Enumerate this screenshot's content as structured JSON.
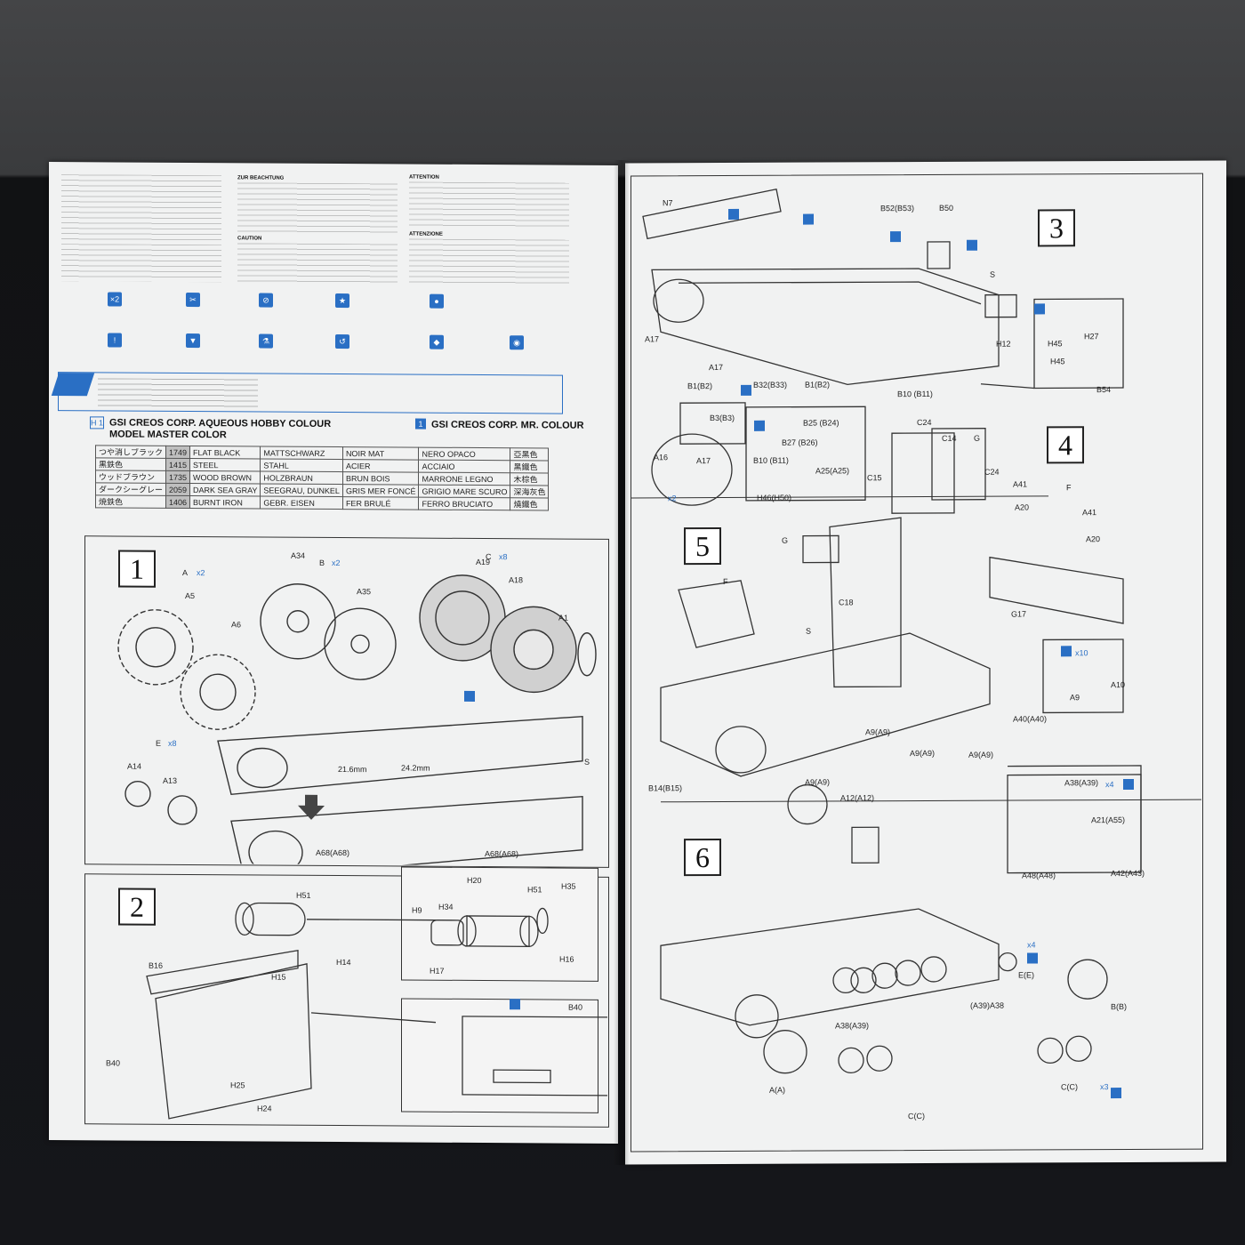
{
  "left_page": {
    "attention_headers": [
      "ZUR BEACHTUNG",
      "ATTENTION",
      "ATTENZIONE",
      "CAUTION"
    ],
    "color_chart": {
      "header_left": "GSI CREOS CORP. AQUEOUS HOBBY COLOUR",
      "header_left_sub": "MODEL MASTER COLOR",
      "header_right": "GSI CREOS CORP. MR. COLOUR",
      "header_left_badge": "H 1",
      "header_right_badge": "1",
      "rows": [
        {
          "jp": "つや消しブラック",
          "code": "1749",
          "en": "FLAT BLACK",
          "de": "MATTSCHWARZ",
          "fr": "NOIR MAT",
          "it": "NERO OPACO",
          "cn": "亞黑色"
        },
        {
          "jp": "黒鉄色",
          "code": "1415",
          "en": "STEEL",
          "de": "STAHL",
          "fr": "ACIER",
          "it": "ACCIAIO",
          "cn": "黑鐵色"
        },
        {
          "jp": "ウッドブラウン",
          "code": "1735",
          "en": "WOOD BROWN",
          "de": "HOLZBRAUN",
          "fr": "BRUN BOIS",
          "it": "MARRONE LEGNO",
          "cn": "木棕色"
        },
        {
          "jp": "ダークシーグレー",
          "code": "2059",
          "en": "DARK SEA GRAY",
          "de": "SEEGRAU, DUNKEL",
          "fr": "GRIS MER FONCÉ",
          "it": "GRIGIO MARE SCURO",
          "cn": "深海灰色"
        },
        {
          "jp": "焼鉄色",
          "code": "1406",
          "en": "BURNT IRON",
          "de": "GEBR. EISEN",
          "fr": "FER BRULÉ",
          "it": "FERRO BRUCIATO",
          "cn": "燒鐵色"
        }
      ]
    },
    "step1": {
      "number": "1",
      "badges": [
        "A",
        "x2",
        "B",
        "x2",
        "C",
        "x8",
        "E",
        "x8"
      ],
      "parts": [
        "A5",
        "A6",
        "A34",
        "A35",
        "A19",
        "A18",
        "A1",
        "A14",
        "A13",
        "S",
        "A68(A68)",
        "A68(A68)"
      ],
      "measure_1": "21.6mm",
      "measure_2": "24.2mm"
    },
    "step2": {
      "number": "2",
      "parts": [
        "H51",
        "H14",
        "H15",
        "B16",
        "B40",
        "H25",
        "H24",
        "H20",
        "H51",
        "H35",
        "H9",
        "H34",
        "H17",
        "H16",
        "B40"
      ]
    }
  },
  "right_page": {
    "step3": {
      "number": "3",
      "parts": [
        "N7",
        "B52(B53)",
        "B50",
        "S",
        "A17",
        "A17",
        "H12",
        "H45",
        "B32(B33)",
        "B1(B2)",
        "B10 (B11)",
        "H27",
        "H45",
        "B54",
        "B1(B2)",
        "B3(B3)",
        "A16",
        "A17",
        "x2"
      ]
    },
    "step4": {
      "number": "4",
      "parts": [
        "C24",
        "C14",
        "G",
        "C15",
        "C24",
        "B25 (B24)",
        "B27 (B26)",
        "B10 (B11)",
        "A25(A25)",
        "H46(H50)",
        "A41",
        "F",
        "A41",
        "A20",
        "A20",
        "G17"
      ]
    },
    "step5": {
      "number": "5",
      "parts": [
        "G",
        "F",
        "C18",
        "S",
        "A40(A40)",
        "A9(A9)",
        "A9(A9)",
        "A9(A9)",
        "B14(B15)",
        "A9(A9)",
        "A12(A12)",
        "A10",
        "A9",
        "x10"
      ]
    },
    "step6": {
      "number": "6",
      "parts": [
        "A38(A39)",
        "x4",
        "A21(A55)",
        "A48(A48)",
        "A42(A43)",
        "x4",
        "E(E)",
        "B(B)",
        "(A39)A38",
        "A38(A39)",
        "A(A)",
        "C(C)",
        "C(C)",
        "x3"
      ]
    }
  },
  "colors": {
    "accent": "#2a6fc4",
    "paper": "#f1f2f2",
    "background": "#15161a",
    "wall": "#3a3b3d"
  }
}
